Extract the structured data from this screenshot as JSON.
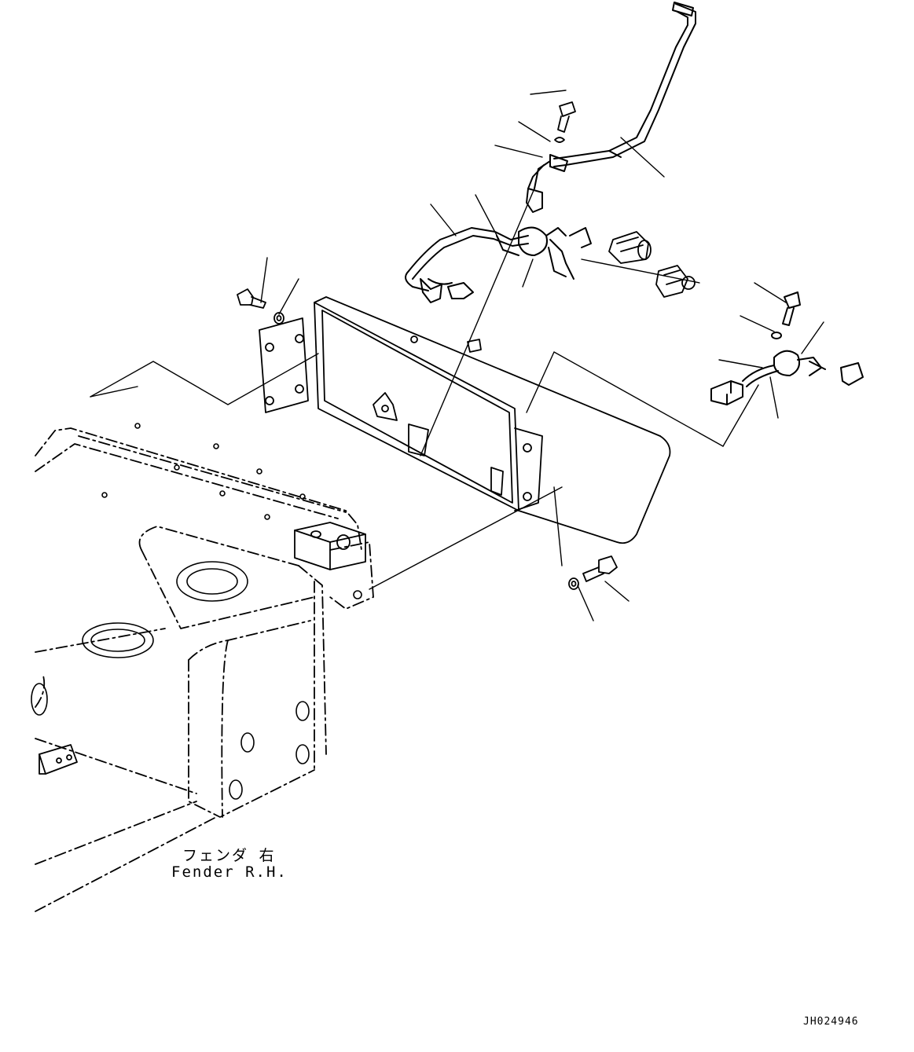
{
  "labels": {
    "fender_jp": "フェンダ 右",
    "fender_en": "Fender R.H.",
    "drawing_number": "JH024946"
  }
}
